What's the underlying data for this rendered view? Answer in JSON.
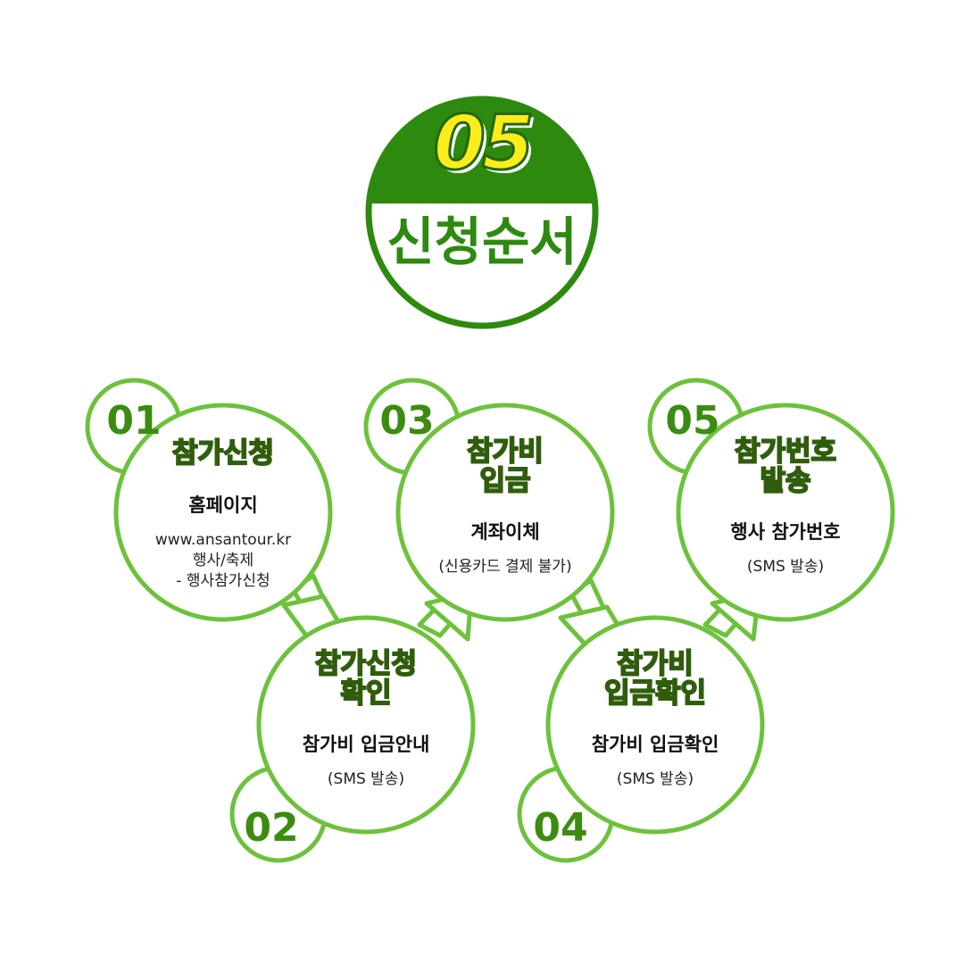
{
  "header": {
    "number": "05",
    "title": "신청순서"
  },
  "colors": {
    "header_green": "#2e8a0e",
    "ring_green": "#6cc23a",
    "badge_green": "#3b8c10",
    "title_yellow": "#fff200"
  },
  "steps": [
    {
      "number": "01",
      "title": "참가신청",
      "main": "홈페이지",
      "sub": [
        "www.ansantour.kr",
        "행사/축제",
        "- 행사참가신청"
      ]
    },
    {
      "number": "02",
      "title_lines": [
        "참가신청",
        "확인"
      ],
      "main": "참가비 입금안내",
      "sub": [
        "(SMS 발송)"
      ]
    },
    {
      "number": "03",
      "title_lines": [
        "참가비",
        "입금"
      ],
      "main": "계좌이체",
      "sub": [
        "(신용카드 결제 불가)"
      ]
    },
    {
      "number": "04",
      "title_lines": [
        "참가비",
        "입금확인"
      ],
      "main": "참가비 입금확인",
      "sub": [
        "(SMS 발송)"
      ]
    },
    {
      "number": "05",
      "title_lines": [
        "참가번호",
        "발송"
      ],
      "main": "행사 참가번호",
      "sub": [
        "(SMS 발송)"
      ]
    }
  ]
}
